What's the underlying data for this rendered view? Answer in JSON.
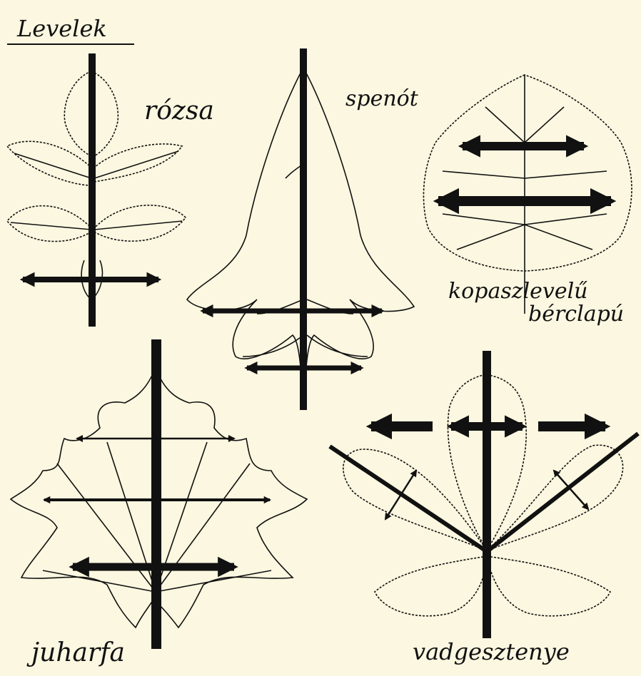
{
  "title": "Levelek",
  "leaves": [
    {
      "id": "rose",
      "label": "rózsa"
    },
    {
      "id": "spinach",
      "label": "spenót"
    },
    {
      "id": "poplar",
      "label_line1": "kopaszlevelű",
      "label_line2": "bérclapú"
    },
    {
      "id": "maple",
      "label": "juharfa"
    },
    {
      "id": "chestnut",
      "label": "vadgesztenye"
    }
  ],
  "colors": {
    "ink": "#111111",
    "paper": "#fbf7e0"
  }
}
